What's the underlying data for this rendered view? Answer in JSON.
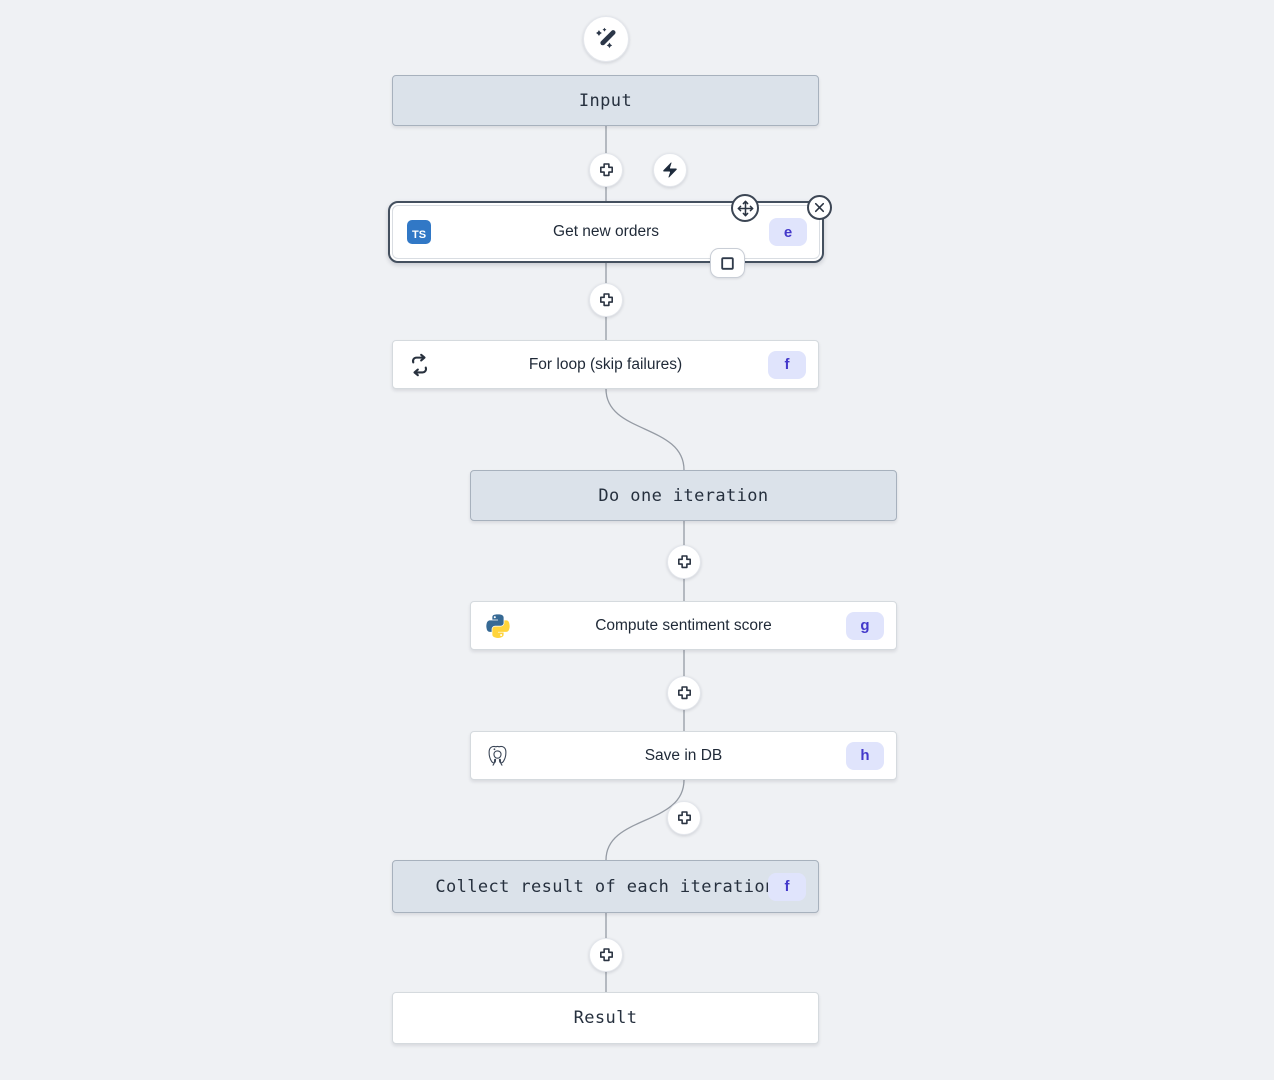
{
  "flow": {
    "top_action": {
      "icon": "wand-sparkles-icon"
    },
    "nodes": [
      {
        "label": "Input",
        "type": "virtual"
      },
      {
        "label": "Get new orders",
        "badge": "e",
        "icon": "typescript-icon",
        "icon_text": "TS",
        "selected": true
      },
      {
        "label": "For loop (skip failures)",
        "badge": "f",
        "icon": "loop-repeat-icon"
      },
      {
        "label": "Do one iteration",
        "type": "virtual"
      },
      {
        "label": "Compute sentiment score",
        "badge": "g",
        "icon": "python-icon"
      },
      {
        "label": "Save in DB",
        "badge": "h",
        "icon": "postgresql-icon"
      },
      {
        "label": "Collect result of each iteration",
        "badge": "f",
        "type": "virtual"
      },
      {
        "label": "Result",
        "type": "virtual"
      }
    ],
    "edge_buttons": {
      "plus_count": 6,
      "plus_icon": "plus-icon",
      "bolt_icon": "lightning-bolt-icon"
    },
    "selected_controls": {
      "move_icon": "move-arrows-icon",
      "close_icon": "close-x-icon",
      "box_icon": "square-outline-icon"
    },
    "colors": {
      "canvas_bg": "#eff1f4",
      "virtual_node_bg": "#dbe2ea",
      "virtual_node_border": "#a7b1bd",
      "node_bg": "#ffffff",
      "node_border": "#d5dade",
      "selected_ring": "#44505f",
      "badge_bg": "#e0e4fc",
      "badge_text": "#4338ca",
      "edge_line": "#959ba4",
      "typescript_blue": "#3178c6",
      "python_blue": "#366994",
      "python_yellow": "#ffd43b"
    }
  }
}
